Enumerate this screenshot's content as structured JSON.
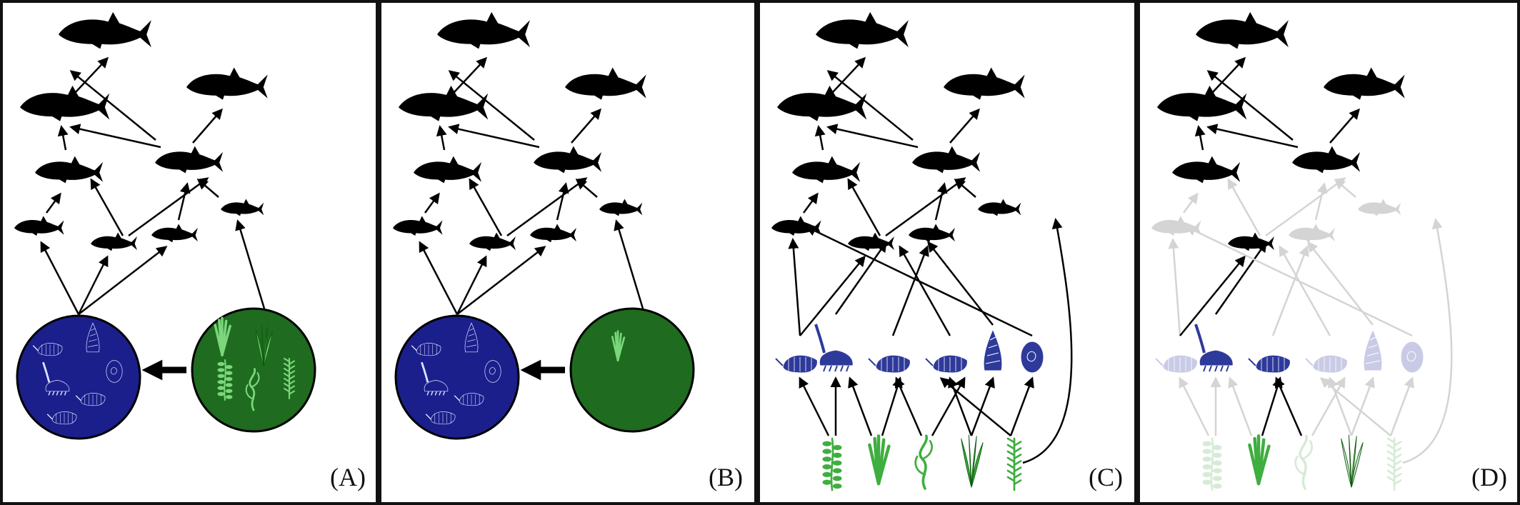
{
  "panels": [
    {
      "id": "A",
      "label": "(A)"
    },
    {
      "id": "B",
      "label": "(B)"
    },
    {
      "id": "C",
      "label": "(C)"
    },
    {
      "id": "D",
      "label": "(D)"
    }
  ],
  "colors": {
    "fish": "#000000",
    "invertebrate_pool": "#1b1f8c",
    "macrophyte_pool": "#1f6b1f",
    "invertebrate": "#2e3a9a",
    "macrophyte": "#3fae3f",
    "arrow": "#000000",
    "faded": "#d4d4d4"
  },
  "icons": {
    "fish": "fish-silhouette-icon",
    "invertebrate": "amphipod-snail-icon",
    "macrophyte": "aquatic-plant-icon"
  }
}
